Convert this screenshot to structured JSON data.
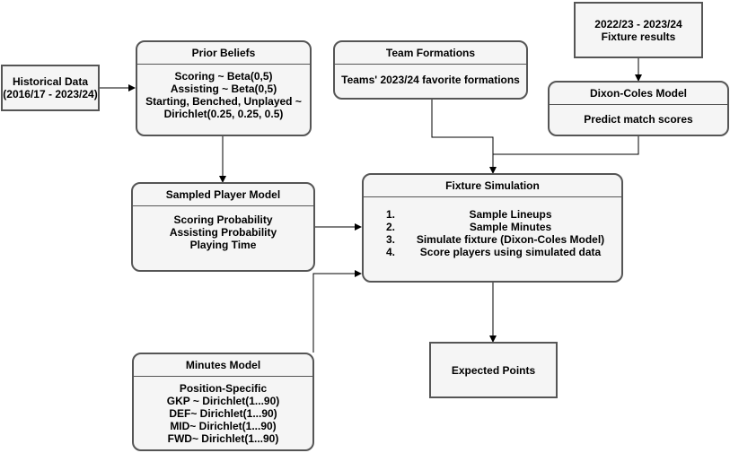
{
  "historical": {
    "line1": "Historical Data",
    "line2": "(2016/17 - 2023/24)"
  },
  "prior_beliefs": {
    "title": "Prior Beliefs",
    "lines": [
      "Scoring ~ Beta(0,5)",
      "Assisting ~ Beta(0,5)",
      "Starting, Benched, Unplayed ~",
      "Dirichlet(0.25, 0.25, 0.5)"
    ]
  },
  "team_formations": {
    "title": "Team Formations",
    "body": "Teams' 2023/24 favorite formations"
  },
  "fixture_results": {
    "line1": "2022/23 - 2023/24",
    "line2": "Fixture results"
  },
  "dixon_coles": {
    "title": "Dixon-Coles Model",
    "body": "Predict match scores"
  },
  "sampled_player": {
    "title": "Sampled Player Model",
    "lines": [
      "Scoring Probability",
      "Assisting Probability",
      "Playing Time"
    ]
  },
  "fixture_simulation": {
    "title": "Fixture Simulation",
    "steps": [
      {
        "num": "1.",
        "text": "Sample Lineups"
      },
      {
        "num": "2.",
        "text": "Sample Minutes"
      },
      {
        "num": "3.",
        "text": "Simulate fixture (Dixon-Coles Model)"
      },
      {
        "num": "4.",
        "text": "Score players using simulated data"
      }
    ]
  },
  "minutes_model": {
    "title": "Minutes Model",
    "lines": [
      "Position-Specific",
      "GKP ~ Dirichlet(1...90)",
      "DEF~ Dirichlet(1...90)",
      "MID~ Dirichlet(1...90)",
      "FWD~ Dirichlet(1...90)"
    ]
  },
  "expected_points": {
    "label": "Expected Points"
  }
}
